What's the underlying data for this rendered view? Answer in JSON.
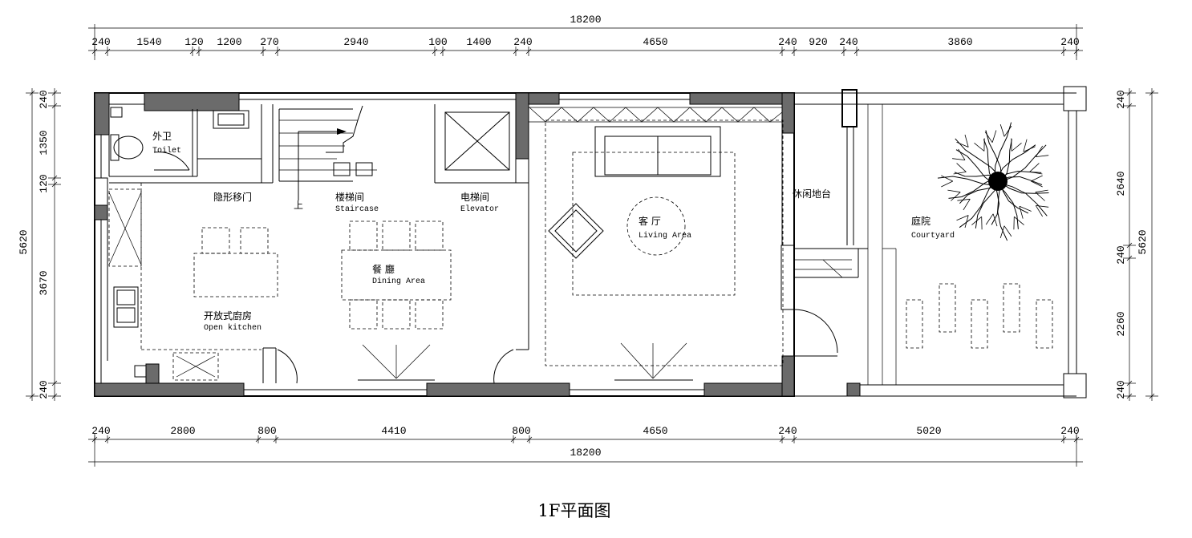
{
  "title": "1F平面图",
  "dimensions": {
    "top_total": "18200",
    "top": [
      "240",
      "1540",
      "120",
      "1200",
      "270",
      "2940",
      "100",
      "1400",
      "240",
      "4650",
      "240",
      "920",
      "240",
      "3860",
      "240"
    ],
    "bottom": [
      "240",
      "2800",
      "800",
      "4410",
      "800",
      "4650",
      "240",
      "5020",
      "240"
    ],
    "bottom_total": "18200",
    "left": [
      "240",
      "1350",
      "120",
      "3670",
      "240"
    ],
    "left_total": "5620",
    "right": [
      "240",
      "2640",
      "240",
      "2260",
      "240"
    ],
    "right_total": "5620"
  },
  "rooms": {
    "toilet": {
      "cn": "外卫",
      "en": "Toilet"
    },
    "hidden_door": {
      "cn": "隐形移门"
    },
    "stair_up": {
      "cn": "上"
    },
    "staircase": {
      "cn": "楼梯间",
      "en": "Staircase"
    },
    "elevator": {
      "cn": "电梯间",
      "en": "Elevator"
    },
    "leisure_deck": {
      "cn": "休闲地台"
    },
    "living": {
      "cn": "客 厅",
      "en": "Living Area"
    },
    "dining": {
      "cn": "餐 廳",
      "en": "Dining Area"
    },
    "kitchen": {
      "cn": "开放式廚房",
      "en": "Open kitchen"
    },
    "courtyard": {
      "cn": "庭院",
      "en": "Courtyard"
    }
  }
}
